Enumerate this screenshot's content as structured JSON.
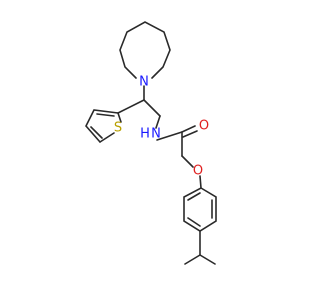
{
  "molecule": {
    "atom_labels": {
      "azepane_n": "N",
      "amide_nh": "N",
      "amide_h": "H",
      "carbonyl_o": "O",
      "ether_o": "O",
      "thiophene_s": "S"
    },
    "colors": {
      "bond": "#2a2a2a",
      "carbon_text": "#2a2a2a",
      "nitrogen": "#1a1aff",
      "oxygen": "#e02020",
      "sulfur": "#b8a000"
    }
  }
}
